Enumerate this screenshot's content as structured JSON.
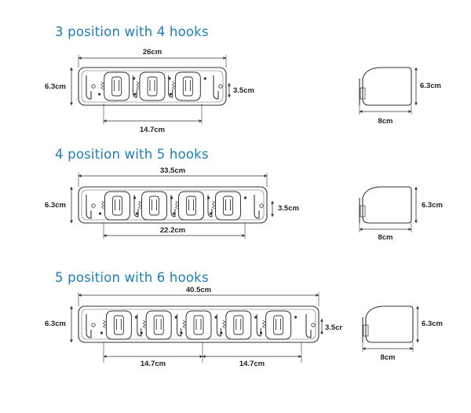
{
  "sections": [
    {
      "title": "3 position with 4 hooks",
      "hooks": 4,
      "dims": {
        "length": "26cm",
        "height": "6.3cm",
        "hook": "3.5cm",
        "spacing": [
          "14.7cm"
        ],
        "side_height": "6.3cm",
        "side_depth": "8cm"
      }
    },
    {
      "title": "4 position with 5 hooks",
      "hooks": 5,
      "dims": {
        "length": "33.5cm",
        "height": "6.3cm",
        "hook": "3.5cm",
        "spacing": [
          "22.2cm"
        ],
        "side_height": "6.3cm",
        "side_depth": "8cm"
      }
    },
    {
      "title": "5 position with 6 hooks",
      "hooks": 6,
      "dims": {
        "length": "40.5cm",
        "height": "6.3cm",
        "hook": "3.5cr",
        "spacing": [
          "14.7cm",
          "14.7cm"
        ],
        "side_height": "6.3cm",
        "side_depth": "8cm"
      }
    }
  ],
  "colors": {
    "title": "#1d7fb3",
    "line": "#333333"
  }
}
